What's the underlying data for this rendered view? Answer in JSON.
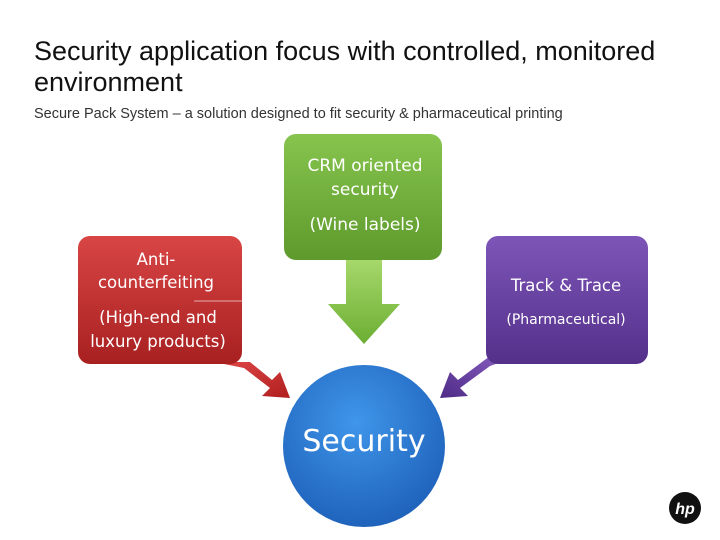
{
  "slide": {
    "title": "Security application focus with controlled, monitored environment",
    "subtitle": "Secure Pack System – a solution designed to fit security & pharmaceutical printing"
  },
  "nodes": {
    "crm": {
      "line1": "CRM oriented security",
      "line2": "(Wine labels)",
      "color": "#7cb342"
    },
    "anti": {
      "line1": "Anti-counterfeiting",
      "line2": "(High-end and luxury products)",
      "color": "#c62828"
    },
    "track": {
      "line1": "Track & Trace",
      "line2": "(Pharmaceutical)",
      "color": "#6a3fa0"
    },
    "security": {
      "label": "Security",
      "color": "#2e7bd4"
    }
  },
  "logo": {
    "text": "hp",
    "color": "#111111"
  }
}
